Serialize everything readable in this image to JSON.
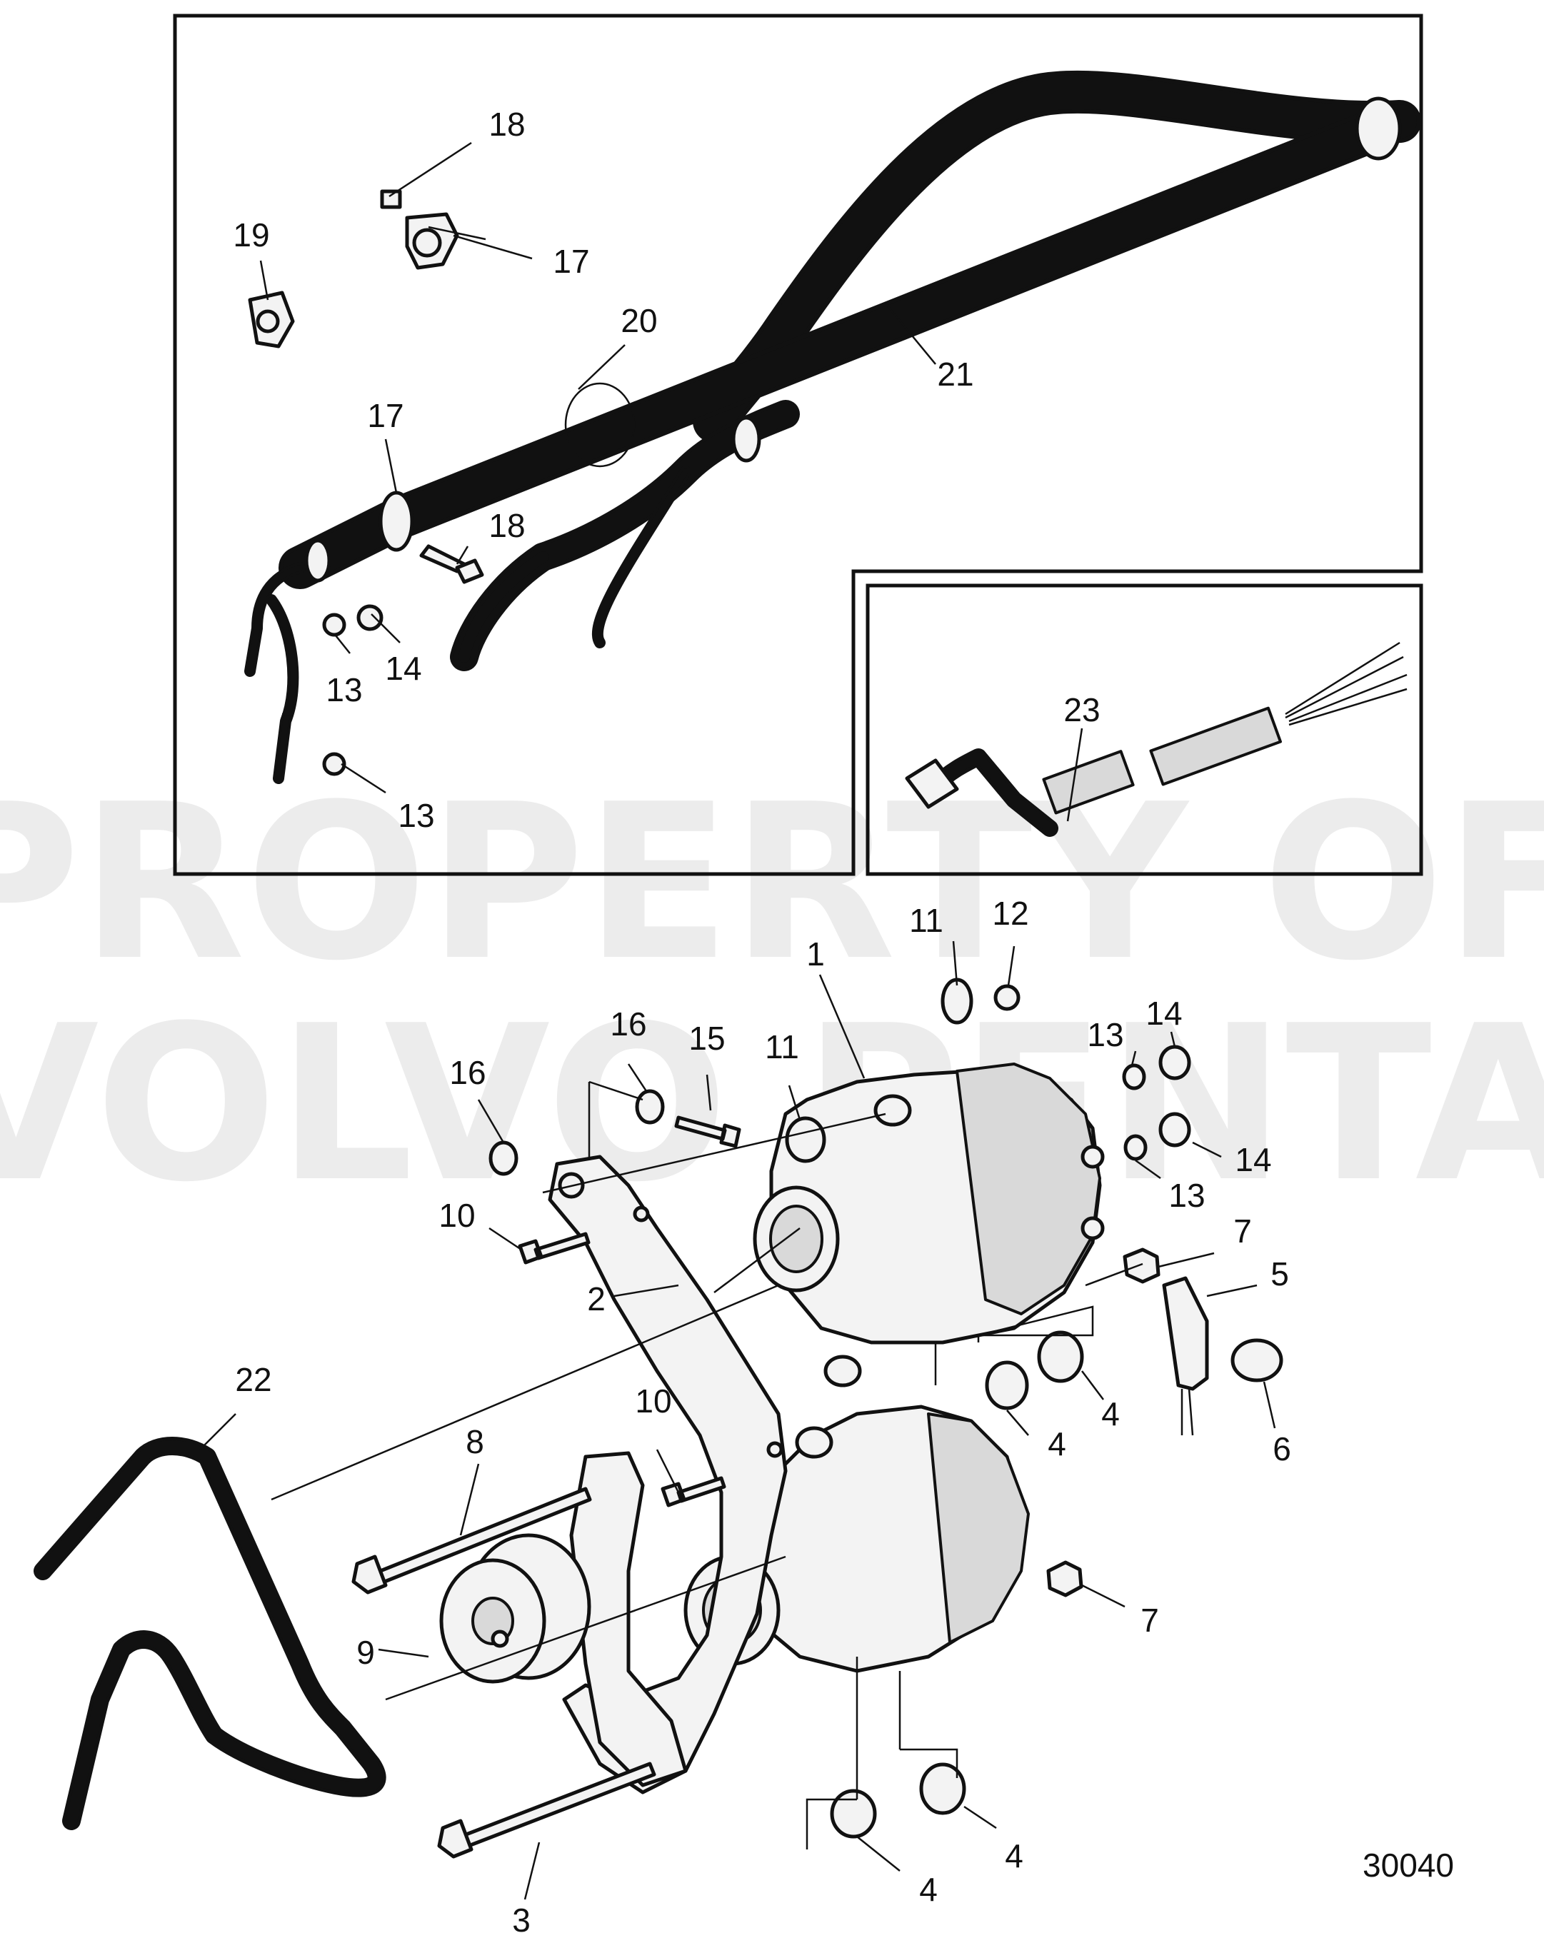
{
  "watermark": {
    "line1": "PROPERTY OF",
    "line2": "VOLVO PENTA"
  },
  "drawing_number": "30040",
  "callouts": [
    {
      "id": "c18a",
      "text": "18"
    },
    {
      "id": "c19",
      "text": "19"
    },
    {
      "id": "c17a",
      "text": "17"
    },
    {
      "id": "c20",
      "text": "20"
    },
    {
      "id": "c21",
      "text": "21"
    },
    {
      "id": "c17b",
      "text": "17"
    },
    {
      "id": "c18b",
      "text": "18"
    },
    {
      "id": "c13a",
      "text": "13"
    },
    {
      "id": "c14a",
      "text": "14"
    },
    {
      "id": "c13b",
      "text": "13"
    },
    {
      "id": "c23",
      "text": "23"
    },
    {
      "id": "c11a",
      "text": "11"
    },
    {
      "id": "c12",
      "text": "12"
    },
    {
      "id": "c1",
      "text": "1"
    },
    {
      "id": "c16a",
      "text": "16"
    },
    {
      "id": "c15",
      "text": "15"
    },
    {
      "id": "c11b",
      "text": "11"
    },
    {
      "id": "c13c",
      "text": "13"
    },
    {
      "id": "c14b",
      "text": "14"
    },
    {
      "id": "c16b",
      "text": "16"
    },
    {
      "id": "c14c",
      "text": "14"
    },
    {
      "id": "c13d",
      "text": "13"
    },
    {
      "id": "c10a",
      "text": "10"
    },
    {
      "id": "c7a",
      "text": "7"
    },
    {
      "id": "c5",
      "text": "5"
    },
    {
      "id": "c2",
      "text": "2"
    },
    {
      "id": "c22",
      "text": "22"
    },
    {
      "id": "c4a",
      "text": "4"
    },
    {
      "id": "c4b",
      "text": "4"
    },
    {
      "id": "c6",
      "text": "6"
    },
    {
      "id": "c10b",
      "text": "10"
    },
    {
      "id": "c8",
      "text": "8"
    },
    {
      "id": "c9",
      "text": "9"
    },
    {
      "id": "c7b",
      "text": "7"
    },
    {
      "id": "c4c",
      "text": "4"
    },
    {
      "id": "c3",
      "text": "3"
    },
    {
      "id": "c4d",
      "text": "4"
    }
  ]
}
